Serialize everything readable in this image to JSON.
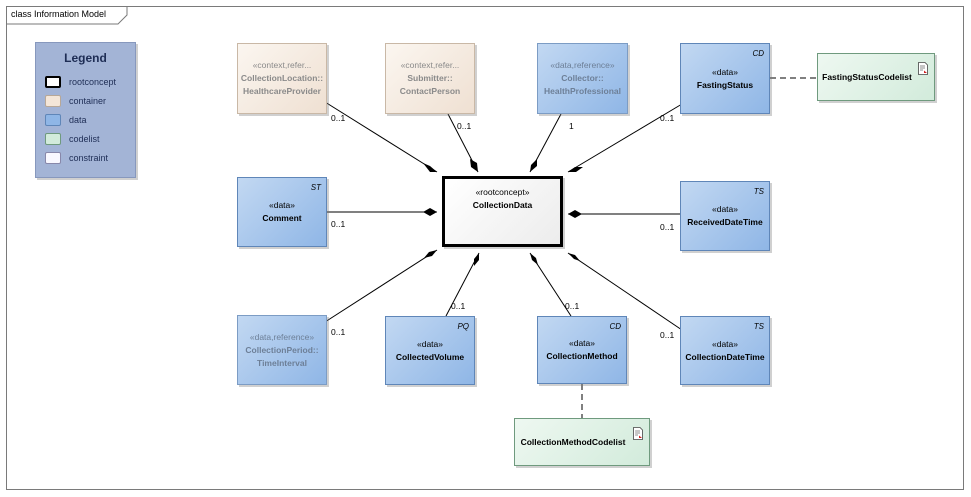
{
  "frame": {
    "title": "class Information Model"
  },
  "legend": {
    "title": "Legend",
    "items": [
      {
        "label": "rootconcept",
        "color": "#ffffff",
        "border": "#000000"
      },
      {
        "label": "container",
        "color": "#f4e6d8",
        "border": "#b8a898"
      },
      {
        "label": "data",
        "color": "#8fb6e6",
        "border": "#5f86b8"
      },
      {
        "label": "codelist",
        "color": "#d2ebdb",
        "border": "#6f9a7e"
      },
      {
        "label": "constraint",
        "color": "#f8f8ff",
        "border": "#8888aa"
      }
    ]
  },
  "boxes": {
    "collectionLocation": {
      "stereo": "«context,refer...",
      "line1": "CollectionLocation::",
      "line2": "HealthcareProvider"
    },
    "submitter": {
      "stereo": "«context,refer...",
      "line1": "Submitter::",
      "line2": "ContactPerson"
    },
    "collector": {
      "stereo": "«data,reference»",
      "line1": "Collector::",
      "line2": "HealthProfessional"
    },
    "fastingStatus": {
      "tag": "CD",
      "stereo": "«data»",
      "name": "FastingStatus"
    },
    "fastingStatusCodelist": {
      "name": "FastingStatusCodelist"
    },
    "comment": {
      "tag": "ST",
      "stereo": "«data»",
      "name": "Comment"
    },
    "collectionData": {
      "stereo": "«rootconcept»",
      "name": "CollectionData"
    },
    "receivedDateTime": {
      "tag": "TS",
      "stereo": "«data»",
      "name": "ReceivedDateTime"
    },
    "collectionPeriod": {
      "stereo": "«data,reference»",
      "line1": "CollectionPeriod::",
      "line2": "TimeInterval"
    },
    "collectedVolume": {
      "tag": "PQ",
      "stereo": "«data»",
      "name": "CollectedVolume"
    },
    "collectionMethod": {
      "tag": "CD",
      "stereo": "«data»",
      "name": "CollectionMethod"
    },
    "collectionDateTime": {
      "tag": "TS",
      "stereo": "«data»",
      "name": "CollectionDateTime"
    },
    "collectionMethodCodelist": {
      "name": "CollectionMethodCodelist"
    }
  },
  "multiplicities": {
    "collectionLocation": "0..1",
    "submitter": "0..1",
    "collector": "1",
    "fastingStatus": "0..1",
    "comment": "0..1",
    "receivedDateTime": "0..1",
    "collectionPeriod": "0..1",
    "collectedVolume": "0..1",
    "collectionMethod": "0..1",
    "collectionDateTime": "0..1"
  }
}
